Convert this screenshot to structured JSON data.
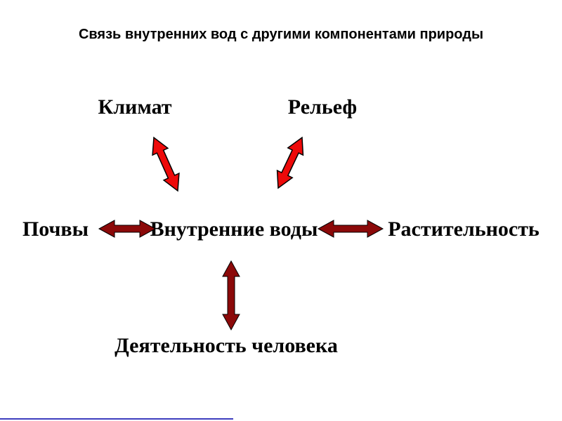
{
  "title": "Связь внутренних вод с другими компонентами природы",
  "diagram": {
    "type": "concept-map",
    "center_node": "Внутренние воды",
    "nodes": {
      "climate": "Климат",
      "relief": "Рельеф",
      "soils": "Почвы",
      "vegetation": "Растительность",
      "human_activity": "Деятельность человека"
    },
    "links": [
      {
        "from": "Внутренние воды",
        "to": "Климат",
        "style": "double-arrow",
        "color_key": "bright_red"
      },
      {
        "from": "Внутренние воды",
        "to": "Рельеф",
        "style": "double-arrow",
        "color_key": "bright_red"
      },
      {
        "from": "Внутренние воды",
        "to": "Почвы",
        "style": "double-arrow",
        "color_key": "dark_red"
      },
      {
        "from": "Внутренние воды",
        "to": "Растительность",
        "style": "double-arrow",
        "color_key": "dark_red"
      },
      {
        "from": "Внутренние воды",
        "to": "Деятельность человека",
        "style": "double-arrow",
        "color_key": "dark_red"
      }
    ]
  },
  "colors": {
    "bright_red": "#ee0a0a",
    "dark_red": "#8b0909",
    "arrow_outline": "#000000",
    "text": "#000000",
    "background": "#ffffff",
    "accent_line": "#3d3dbe"
  }
}
